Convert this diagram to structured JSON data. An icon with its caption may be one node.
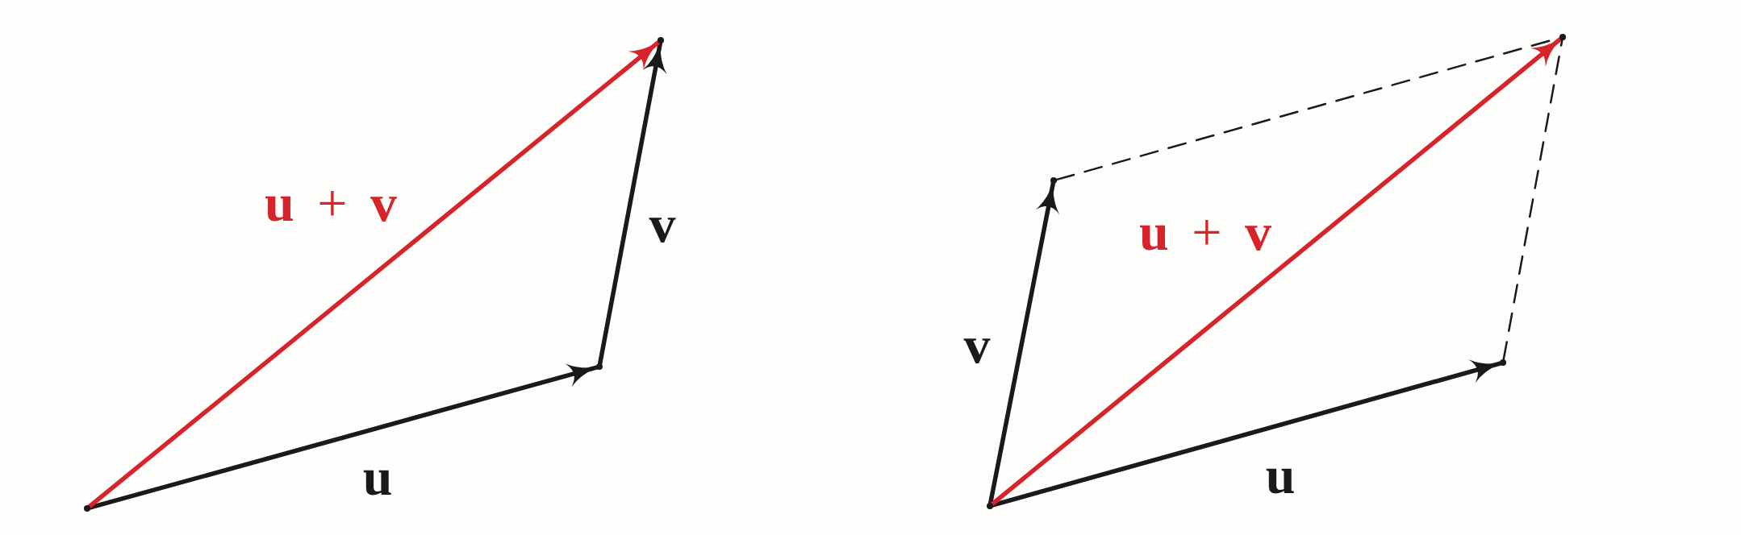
{
  "diagram": {
    "nodes": [
      {
        "text": [],
        "shape": "point"
      },
      {
        "text": [],
        "shape": "point"
      },
      {
        "text": [],
        "shape": "point"
      },
      {
        "text": [],
        "shape": "point"
      },
      {
        "text": [],
        "shape": "point"
      },
      {
        "text": [],
        "shape": "point"
      },
      {
        "text": [],
        "shape": "point"
      }
    ],
    "edges": [
      {
        "from": 0,
        "to": 1,
        "arrow": "to"
      },
      {
        "from": 1,
        "to": 2,
        "arrow": "to"
      },
      {
        "from": 0,
        "to": 2,
        "arrow": "to",
        "color": "#d7242a"
      },
      {
        "from": 3,
        "to": 4,
        "arrow": "to"
      },
      {
        "from": 3,
        "to": 5,
        "arrow": "to"
      },
      {
        "from": 3,
        "to": 6,
        "arrow": "to",
        "color": "#d7242a"
      },
      {
        "from": 5,
        "to": 6,
        "arrow": "none",
        "style": "dashed"
      },
      {
        "from": 4,
        "to": 6,
        "arrow": "none",
        "style": "dashed"
      }
    ],
    "labels": [
      "**u** + **v**",
      "v",
      "u",
      "v",
      "**u** + **v**",
      "u"
    ]
  }
}
